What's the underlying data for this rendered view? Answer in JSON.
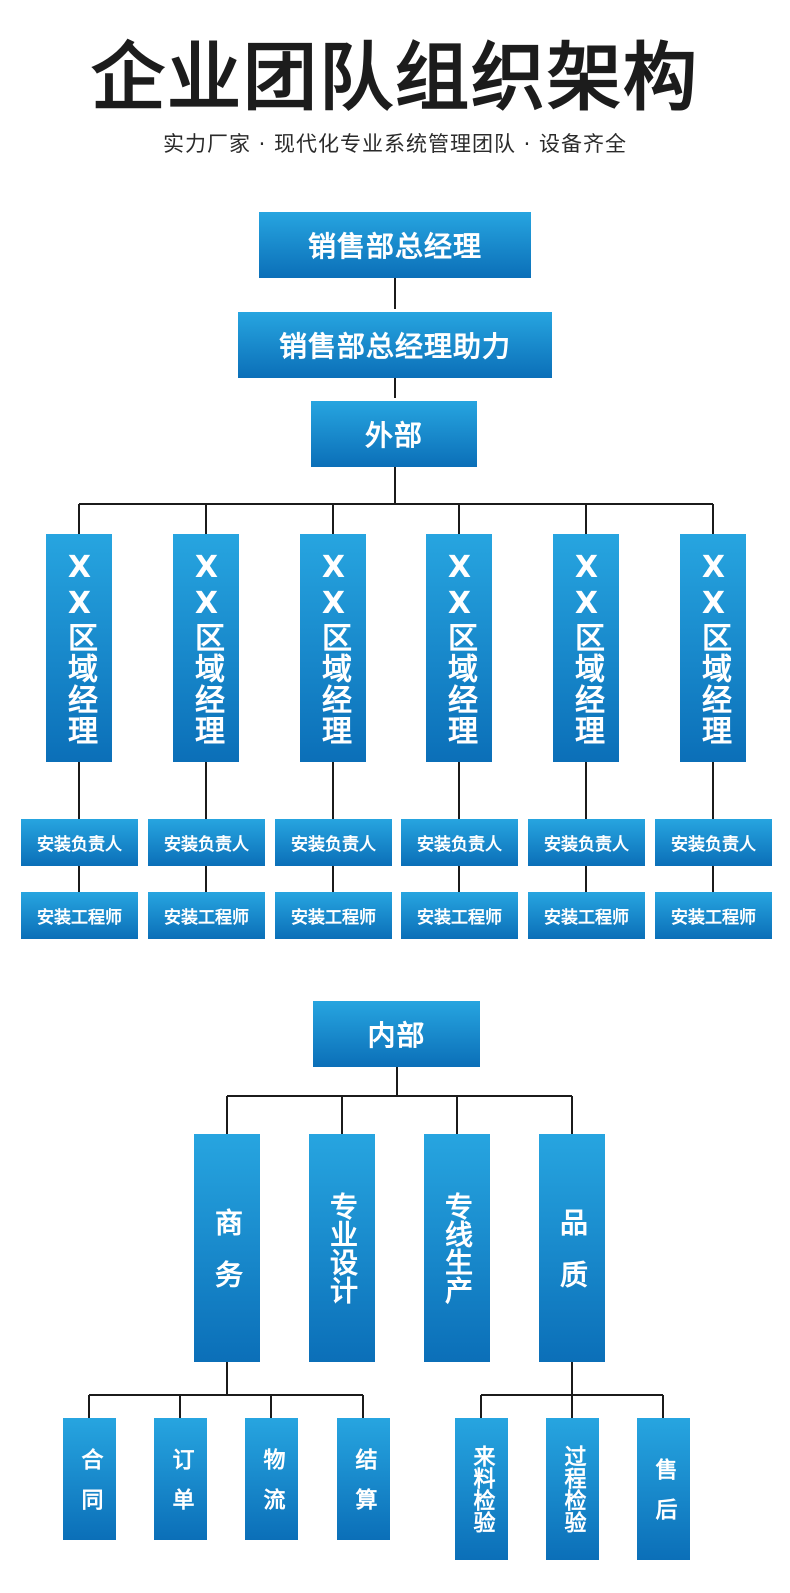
{
  "header": {
    "title": "企业团队组织架构",
    "subtitle": "实力厂家 · 现代化专业系统管理团队 · 设备齐全"
  },
  "colors": {
    "box_top": "#27a5e0",
    "box_bottom": "#0b6fb8",
    "line": "#1b1b1b",
    "text": "#ffffff"
  },
  "external": {
    "gm": "销售部总经理",
    "gm_assistant": "销售部总经理助力",
    "label": "外部",
    "regions": [
      {
        "name": "XX区域经理",
        "lead": "安装负责人",
        "engineer": "安装工程师"
      },
      {
        "name": "XX区域经理",
        "lead": "安装负责人",
        "engineer": "安装工程师"
      },
      {
        "name": "XX区域经理",
        "lead": "安装负责人",
        "engineer": "安装工程师"
      },
      {
        "name": "XX区域经理",
        "lead": "安装负责人",
        "engineer": "安装工程师"
      },
      {
        "name": "XX区域经理",
        "lead": "安装负责人",
        "engineer": "安装工程师"
      },
      {
        "name": "XX区域经理",
        "lead": "安装负责人",
        "engineer": "安装工程师"
      }
    ]
  },
  "internal": {
    "label": "内部",
    "departments": [
      "商务",
      "专业设计",
      "专线生产",
      "品质"
    ],
    "business_units": [
      "合同",
      "订单",
      "物流",
      "结算"
    ],
    "quality_units": [
      "来料检验",
      "过程检验",
      "售后"
    ]
  }
}
